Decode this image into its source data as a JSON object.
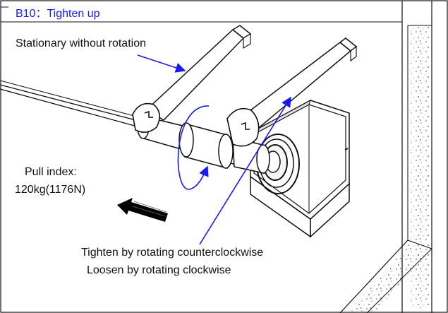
{
  "step": {
    "code": "B10",
    "separator": "：",
    "title": "Tighten up"
  },
  "labels": {
    "stationary": "Stationary without rotation",
    "pull_index_line1": "Pull index:",
    "pull_index_line2": "120kg(1176N)",
    "tighten": "Tighten by rotating counterclockwise",
    "loosen": "Loosen by rotating clockwise"
  },
  "colors": {
    "annotation_blue": "#1a1aee",
    "title_blue": "#1a1aee",
    "outline": "#111111",
    "concrete_speckle": "#555555",
    "pull_arrow": "#000000"
  },
  "icons": {
    "rotation": "rotation-arrow-icon",
    "pull": "pull-direction-arrow-icon"
  }
}
